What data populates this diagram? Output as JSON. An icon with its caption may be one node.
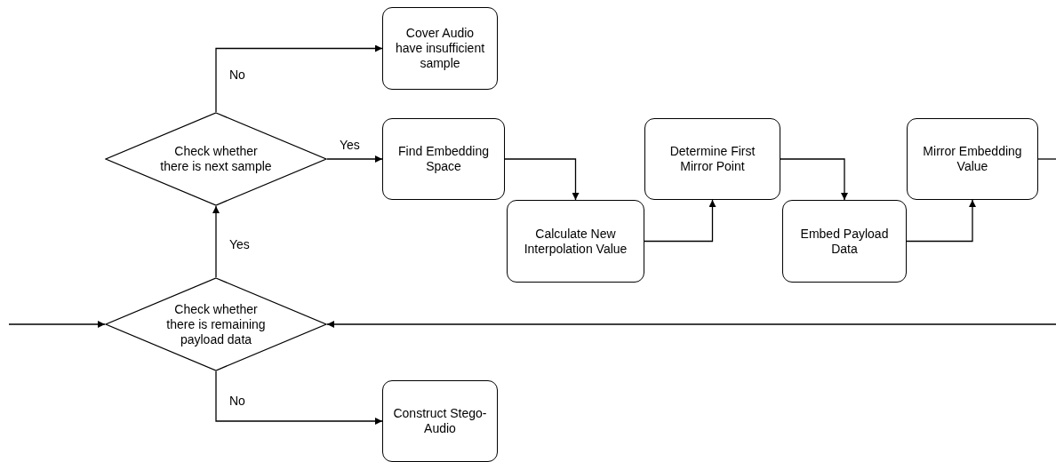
{
  "diagram": {
    "nodes": [
      {
        "text": [
          "Cover Audio have insufficient sample"
        ]
      },
      {
        "text": [
          "Check whether there is next sample"
        ]
      },
      {
        "text": [
          "Find Embedding Space"
        ]
      },
      {
        "text": [
          "Calculate New Interpolation Value"
        ]
      },
      {
        "text": [
          "Determine First Mirror Point"
        ]
      },
      {
        "text": [
          "Embed Payload Data"
        ]
      },
      {
        "text": [
          "Mirror Embedding Value"
        ]
      },
      {
        "text": [
          "Check whether there is remaining payload data"
        ]
      },
      {
        "text": [
          "Construct Stego-Audio"
        ]
      }
    ],
    "edges": [
      {
        "from": null,
        "to": 7,
        "arrow": "to"
      },
      {
        "from": 7,
        "to": 1,
        "label": "Yes",
        "arrow": "to"
      },
      {
        "from": 1,
        "to": 0,
        "label": "No",
        "arrow": "to"
      },
      {
        "from": 1,
        "to": 2,
        "label": "Yes",
        "arrow": "to"
      },
      {
        "from": 2,
        "to": 3,
        "arrow": "to"
      },
      {
        "from": 3,
        "to": 4,
        "arrow": "to"
      },
      {
        "from": 4,
        "to": 5,
        "arrow": "to"
      },
      {
        "from": 5,
        "to": 6,
        "arrow": "to"
      },
      {
        "from": 6,
        "to": null,
        "arrow": "none"
      },
      {
        "from": null,
        "to": 7,
        "arrow": "to"
      },
      {
        "from": 7,
        "to": 8,
        "label": "No",
        "arrow": "to"
      }
    ]
  }
}
